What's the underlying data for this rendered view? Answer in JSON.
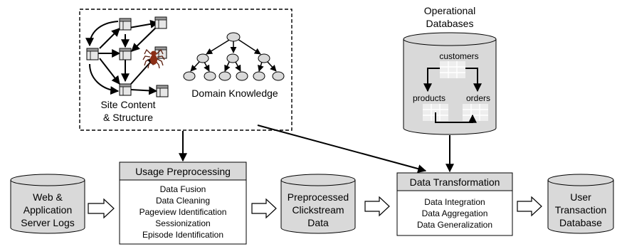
{
  "site": {
    "caption_line1": "Site Content",
    "caption_line2": "& Structure",
    "domain_knowledge": "Domain Knowledge"
  },
  "operational": {
    "title_line1": "Operational",
    "title_line2": "Databases",
    "customers": "customers",
    "products": "products",
    "orders": "orders"
  },
  "web_logs": {
    "line1": "Web &",
    "line2": "Application",
    "line3": "Server Logs"
  },
  "usage": {
    "title": "Usage Preprocessing",
    "steps": [
      "Data Fusion",
      "Data Cleaning",
      "Pageview Identification",
      "Sessionization",
      "Episode Identification"
    ]
  },
  "preprocessed": {
    "line1": "Preprocessed",
    "line2": "Clickstream",
    "line3": "Data"
  },
  "transformation": {
    "title": "Data Transformation",
    "steps": [
      "Data Integration",
      "Data Aggregation",
      "Data Generalization"
    ]
  },
  "user_db": {
    "line1": "User",
    "line2": "Transaction",
    "line3": "Database"
  },
  "colors": {
    "cylinder": "#d9d9d9",
    "header": "#d9d9d9",
    "table_cell": "#eeeeee",
    "spider": "#8b2e16"
  }
}
